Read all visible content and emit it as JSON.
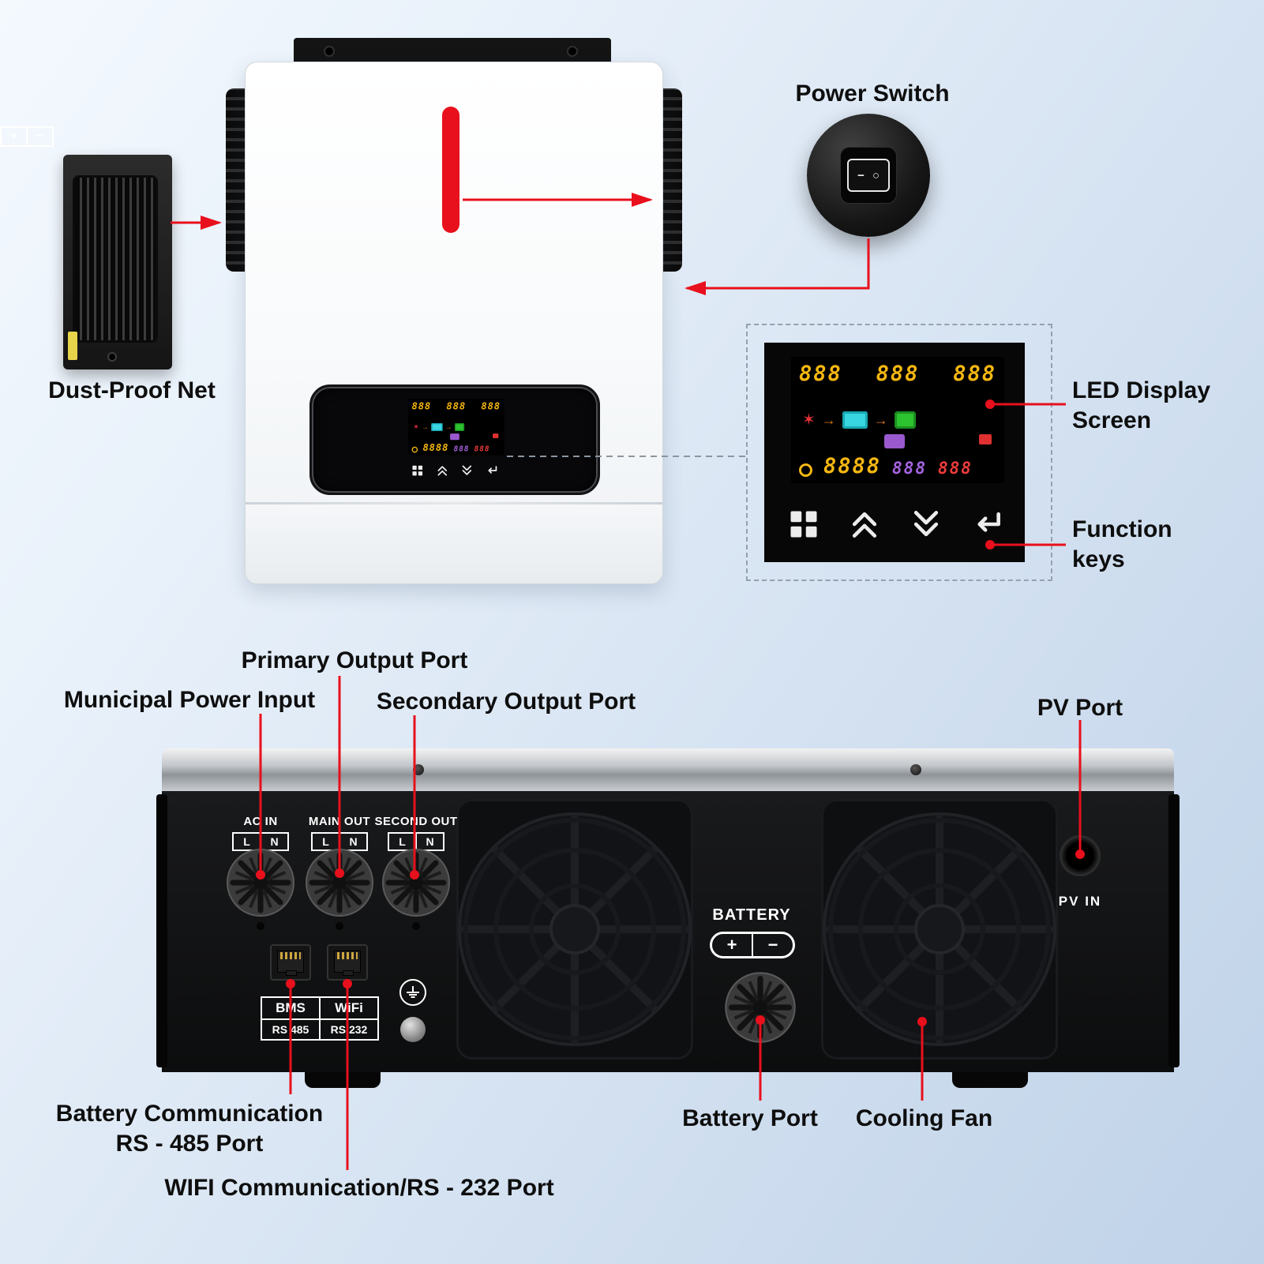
{
  "labels": {
    "dust_net": "Dust-Proof Net",
    "power_switch": "Power Switch",
    "led_display": "LED Display Screen",
    "function_keys": "Function keys",
    "primary_output": "Primary Output Port",
    "municipal_input": "Municipal Power Input",
    "secondary_output": "Secondary Output Port",
    "pv_port": "PV Port",
    "battery_comm_line1": "Battery Communication",
    "battery_comm_line2": "RS - 485 Port",
    "wifi_comm": "WIFI Communication/RS - 232 Port",
    "battery_port": "Battery Port",
    "cooling_fan": "Cooling Fan"
  },
  "switch": {
    "mark_minus": "−",
    "mark_circle": "○"
  },
  "lcd": {
    "row1": [
      "888",
      "888",
      "888"
    ],
    "row2": [
      "8888",
      "888",
      "888"
    ],
    "icons": {
      "flake": "✶",
      "arrow": "→"
    }
  },
  "rear": {
    "ports": [
      {
        "name": "AC IN",
        "l": "L",
        "n": "N"
      },
      {
        "name": "MAIN OUT",
        "l": "L",
        "n": "N"
      },
      {
        "name": "SECOND OUT",
        "l": "L",
        "n": "N"
      }
    ],
    "comm": {
      "bms": "BMS",
      "bms_sub": "RS 485",
      "wifi": "WiFi",
      "wifi_sub": "RS 232"
    },
    "battery": "BATTERY",
    "plus": "+",
    "minus": "−",
    "pv_in": "PV IN"
  },
  "colors": {
    "accent": "#e8101c"
  }
}
